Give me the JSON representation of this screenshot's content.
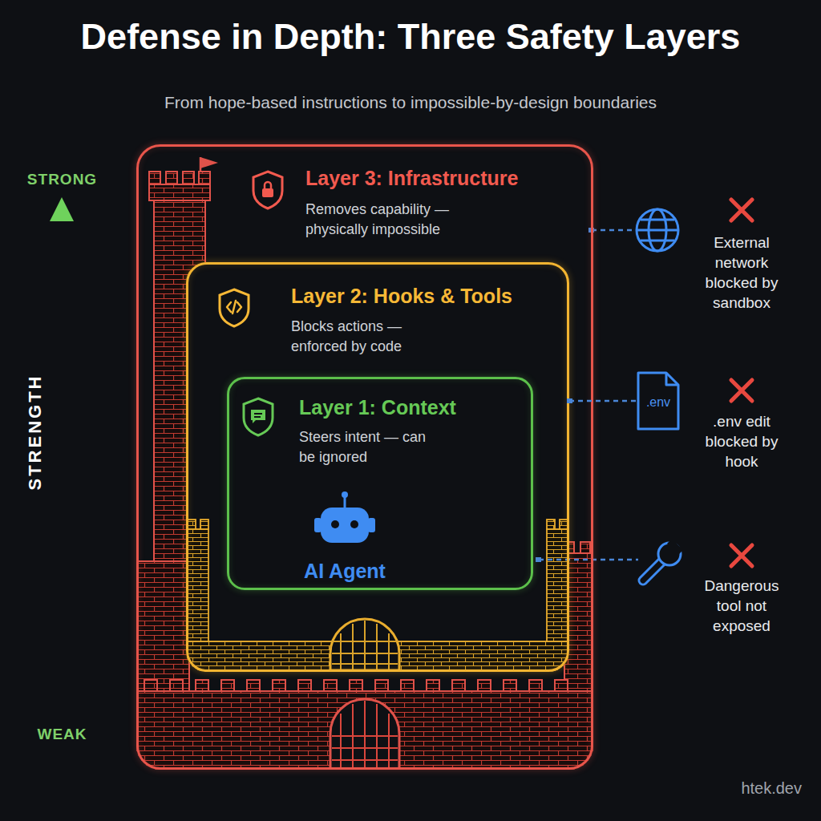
{
  "diagram": {
    "title": "Defense in Depth: Three Safety Layers",
    "caption": "From hope-based instructions to impossible-by-design boundaries",
    "nodes": [
      {
        "text": [
          "Layer 3: Infrastructure",
          "Removes capability — physically impossible"
        ]
      },
      {
        "text": [
          "Layer 2: Hooks & Tools",
          "Blocks actions — enforced by code"
        ],
        "in": 0
      },
      {
        "text": [
          "Layer 1: Context",
          "Steers intent — can be ignored"
        ],
        "in": 1
      },
      {
        "text": [
          ".env"
        ]
      }
    ],
    "edges": [
      {
        "from": 1,
        "to": 3,
        "arrow": "none"
      }
    ],
    "labels": [
      "STRONG",
      "STRENGTH",
      "WEAK",
      "AI Agent",
      "External network blocked by sandbox",
      ".env edit blocked by hook",
      "Dangerous tool not exposed",
      "htek.dev"
    ]
  }
}
